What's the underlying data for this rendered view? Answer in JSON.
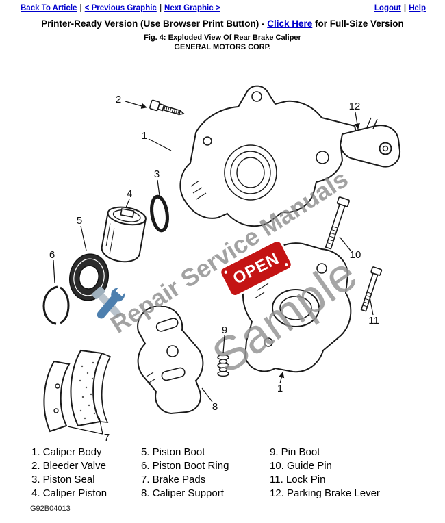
{
  "nav": {
    "back_to_article": "Back To Article",
    "previous_graphic": "< Previous Graphic",
    "next_graphic": "Next Graphic >",
    "logout": "Logout",
    "help": "Help",
    "separator": "|"
  },
  "header": {
    "printer_ready_prefix": "Printer-Ready Version (Use Browser Print Button) - ",
    "full_size_link": "Click Here",
    "printer_ready_suffix": " for Full-Size Version",
    "figure_title": "Fig. 4: Exploded View Of Rear Brake Caliper",
    "company": "GENERAL MOTORS CORP."
  },
  "diagram": {
    "callouts": {
      "caliper_body_top": "1",
      "bleeder_valve": "2",
      "piston_seal": "3",
      "caliper_piston": "4",
      "piston_boot": "5",
      "piston_boot_ring": "6",
      "brake_pads": "7",
      "caliper_support": "8",
      "pin_boot": "9",
      "guide_pin": "10",
      "lock_pin": "11",
      "parking_brake_lever": "12",
      "caliper_body_bottom": "1"
    },
    "watermarks": {
      "brand": "Repair Service Manuals",
      "sample": "Sample",
      "open_sign": "OPEN"
    }
  },
  "legend": {
    "columns": [
      {
        "items": [
          "1. Caliper Body",
          "2. Bleeder Valve",
          "3. Piston Seal",
          "4. Caliper Piston"
        ]
      },
      {
        "items": [
          "5. Piston Boot",
          "6. Piston Boot Ring",
          "7. Brake Pads",
          "8. Caliper Support"
        ]
      },
      {
        "items": [
          "9. Pin Boot",
          "10. Guide Pin",
          "11. Lock Pin",
          "12. Parking Brake Lever"
        ]
      }
    ]
  },
  "footer": {
    "figure_id": "G92B04013"
  },
  "colors": {
    "link_blue": "#0000cc",
    "watermark_gray": "#8b8b8b",
    "open_sign_red": "#c41414"
  }
}
